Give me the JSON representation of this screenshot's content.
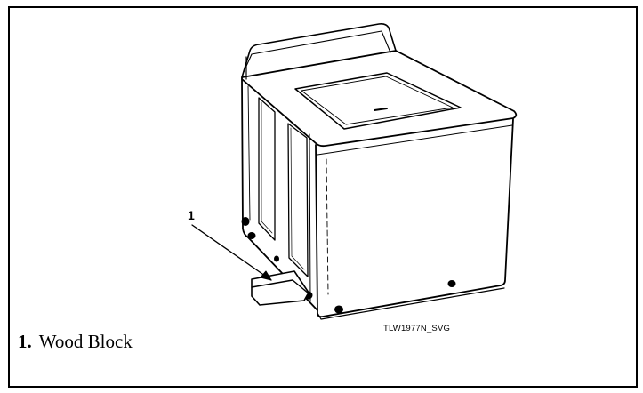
{
  "figure": {
    "callout_number": "1",
    "figure_id": "TLW1977N_SVG",
    "legend": [
      {
        "number": "1.",
        "label": "Wood Block"
      }
    ]
  }
}
